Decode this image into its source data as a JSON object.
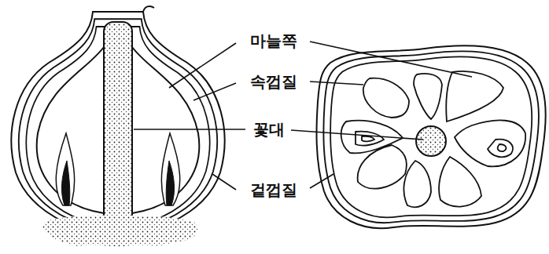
{
  "diagram": {
    "labels": [
      "마늘쪽",
      "속껍질",
      "꽃대",
      "겉껍질"
    ]
  }
}
